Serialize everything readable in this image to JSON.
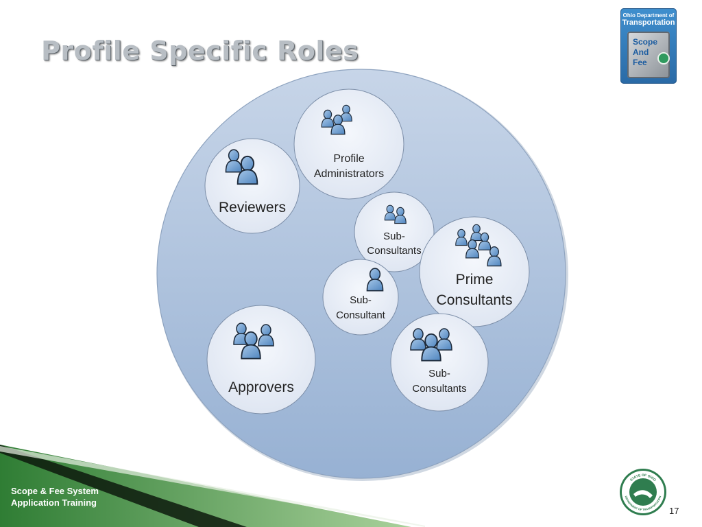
{
  "slide": {
    "title": "Profile Specific Roles",
    "page_number": "17"
  },
  "footer": {
    "line1": "Scope & Fee System",
    "line2": "Application Training"
  },
  "logo": {
    "agency": "Ohio Department of",
    "agency2": "Transportation",
    "word1": "Scope",
    "word2": "And",
    "word3": "Fee"
  },
  "seal": {
    "top": "STATE OF OHIO",
    "bottom": "DEPARTMENT OF TRANSPORTATION"
  },
  "diagram": {
    "roles": [
      {
        "label_lines": [
          "Profile",
          "Administrators"
        ],
        "icon": "people-group-icon"
      },
      {
        "label_lines": [
          "Reviewers"
        ],
        "icon": "people-pair-icon"
      },
      {
        "label_lines": [
          "Sub-",
          "Consultants"
        ],
        "icon": "people-pair-icon"
      },
      {
        "label_lines": [
          "Prime",
          "Consultants"
        ],
        "icon": "people-crowd-icon"
      },
      {
        "label_lines": [
          "Sub-",
          "Consultant"
        ],
        "icon": "person-icon"
      },
      {
        "label_lines": [
          "Approvers"
        ],
        "icon": "people-group-icon"
      },
      {
        "label_lines": [
          "Sub-",
          "Consultants"
        ],
        "icon": "people-group-icon"
      }
    ]
  },
  "colors": {
    "outer_circle": "#a5bad6",
    "inner_circle": "#e8edf7",
    "person_fill": "#7ba6d4",
    "footer_green": "#2e7d32"
  }
}
